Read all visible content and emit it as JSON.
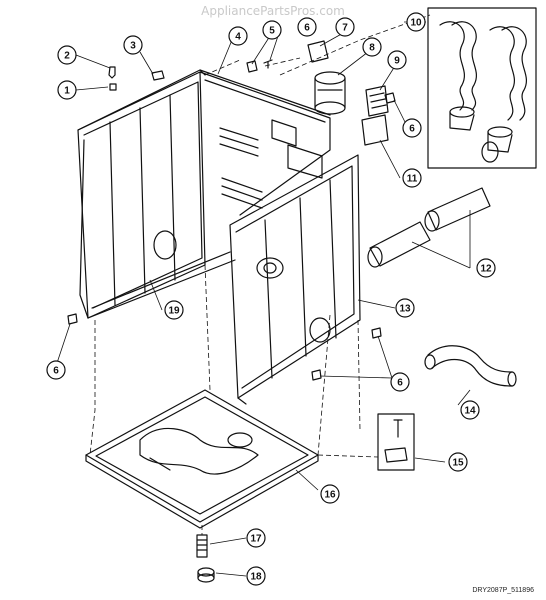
{
  "watermark": "AppliancePartsPros.com",
  "drawing_code": "DRY2087P_511896",
  "callouts": [
    "1",
    "2",
    "3",
    "4",
    "5",
    "6",
    "7",
    "8",
    "9",
    "6",
    "11",
    "10",
    "12",
    "13",
    "19",
    "6",
    "6",
    "14",
    "15",
    "16",
    "17",
    "18"
  ]
}
